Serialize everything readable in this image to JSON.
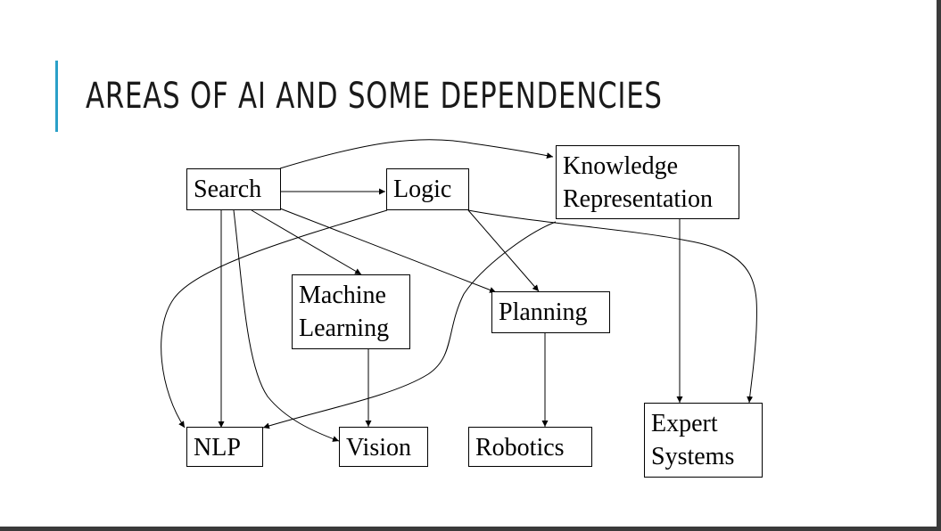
{
  "title": "AREAS OF AI AND SOME DEPENDENCIES",
  "nodes": {
    "search": {
      "lines": [
        "Search"
      ]
    },
    "logic": {
      "lines": [
        "Logic"
      ]
    },
    "knowledge": {
      "lines": [
        "Knowledge",
        "Representation"
      ]
    },
    "machine_learning": {
      "lines": [
        "Machine",
        "Learning"
      ]
    },
    "planning": {
      "lines": [
        "Planning"
      ]
    },
    "nlp": {
      "lines": [
        "NLP"
      ]
    },
    "vision": {
      "lines": [
        "Vision"
      ]
    },
    "robotics": {
      "lines": [
        "Robotics"
      ]
    },
    "expert_systems": {
      "lines": [
        "Expert",
        "Systems"
      ]
    }
  },
  "edges": [
    {
      "from": "search",
      "to": "logic"
    },
    {
      "from": "search",
      "to": "knowledge"
    },
    {
      "from": "search",
      "to": "nlp"
    },
    {
      "from": "search",
      "to": "vision"
    },
    {
      "from": "search",
      "to": "machine_learning"
    },
    {
      "from": "search",
      "to": "planning"
    },
    {
      "from": "logic",
      "to": "nlp"
    },
    {
      "from": "logic",
      "to": "planning"
    },
    {
      "from": "logic",
      "to": "expert_systems"
    },
    {
      "from": "knowledge",
      "to": "nlp"
    },
    {
      "from": "knowledge",
      "to": "expert_systems"
    },
    {
      "from": "machine_learning",
      "to": "vision"
    },
    {
      "from": "planning",
      "to": "robotics"
    }
  ]
}
